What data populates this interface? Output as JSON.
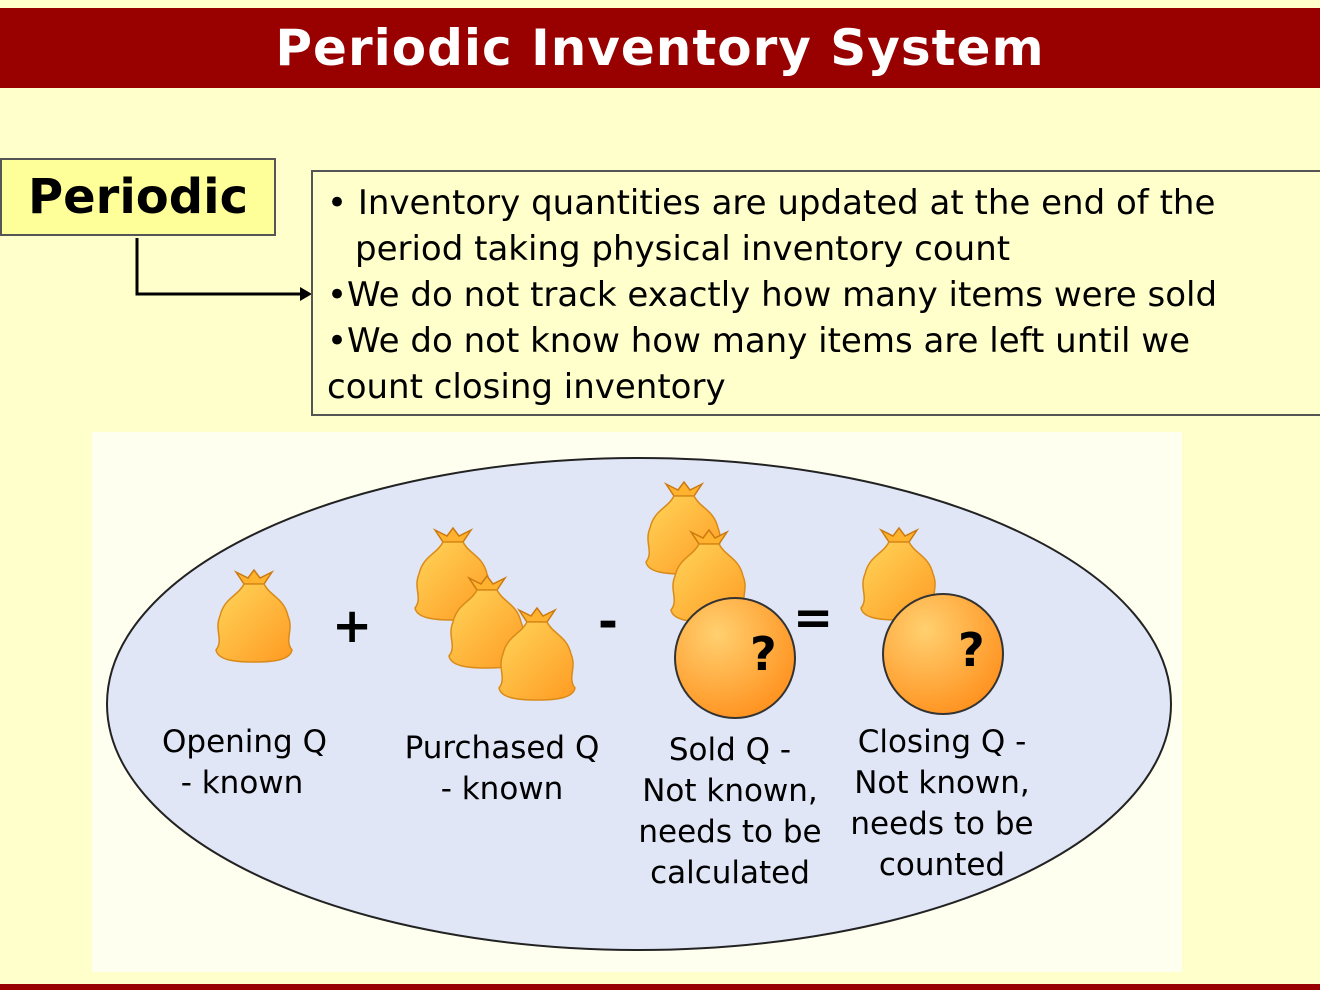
{
  "header": {
    "title": "Periodic Inventory System"
  },
  "periodic_box": {
    "label": "Periodic"
  },
  "bullets": {
    "line1": "• Inventory quantities are updated at the end of the",
    "line1b": "period taking physical inventory count",
    "line2": "•We do not track exactly how many items were sold",
    "line3": "•We do not know how many items are left until we",
    "line3b": "count closing inventory"
  },
  "diagram": {
    "operators": {
      "plus": "+",
      "minus": "-",
      "equals": "="
    },
    "unknown_mark": "?",
    "groups": [
      {
        "lines": [
          "Opening Q",
          "- known"
        ]
      },
      {
        "lines": [
          "Purchased Q",
          "- known"
        ]
      },
      {
        "lines": [
          "Sold Q -",
          "Not known,",
          "needs to be",
          "calculated"
        ]
      },
      {
        "lines": [
          "Closing Q -",
          "Not known,",
          "needs to be",
          "counted"
        ]
      }
    ]
  },
  "colors": {
    "title_bar": "#990000",
    "background": "#ffffcc",
    "periodic_box": "#ffff99",
    "ellipse_fill": "#e0e6f5",
    "bag": "#ffb733",
    "question_circle": "#ffa22e"
  },
  "icons": [
    "sack-icon",
    "question-circle-icon"
  ]
}
